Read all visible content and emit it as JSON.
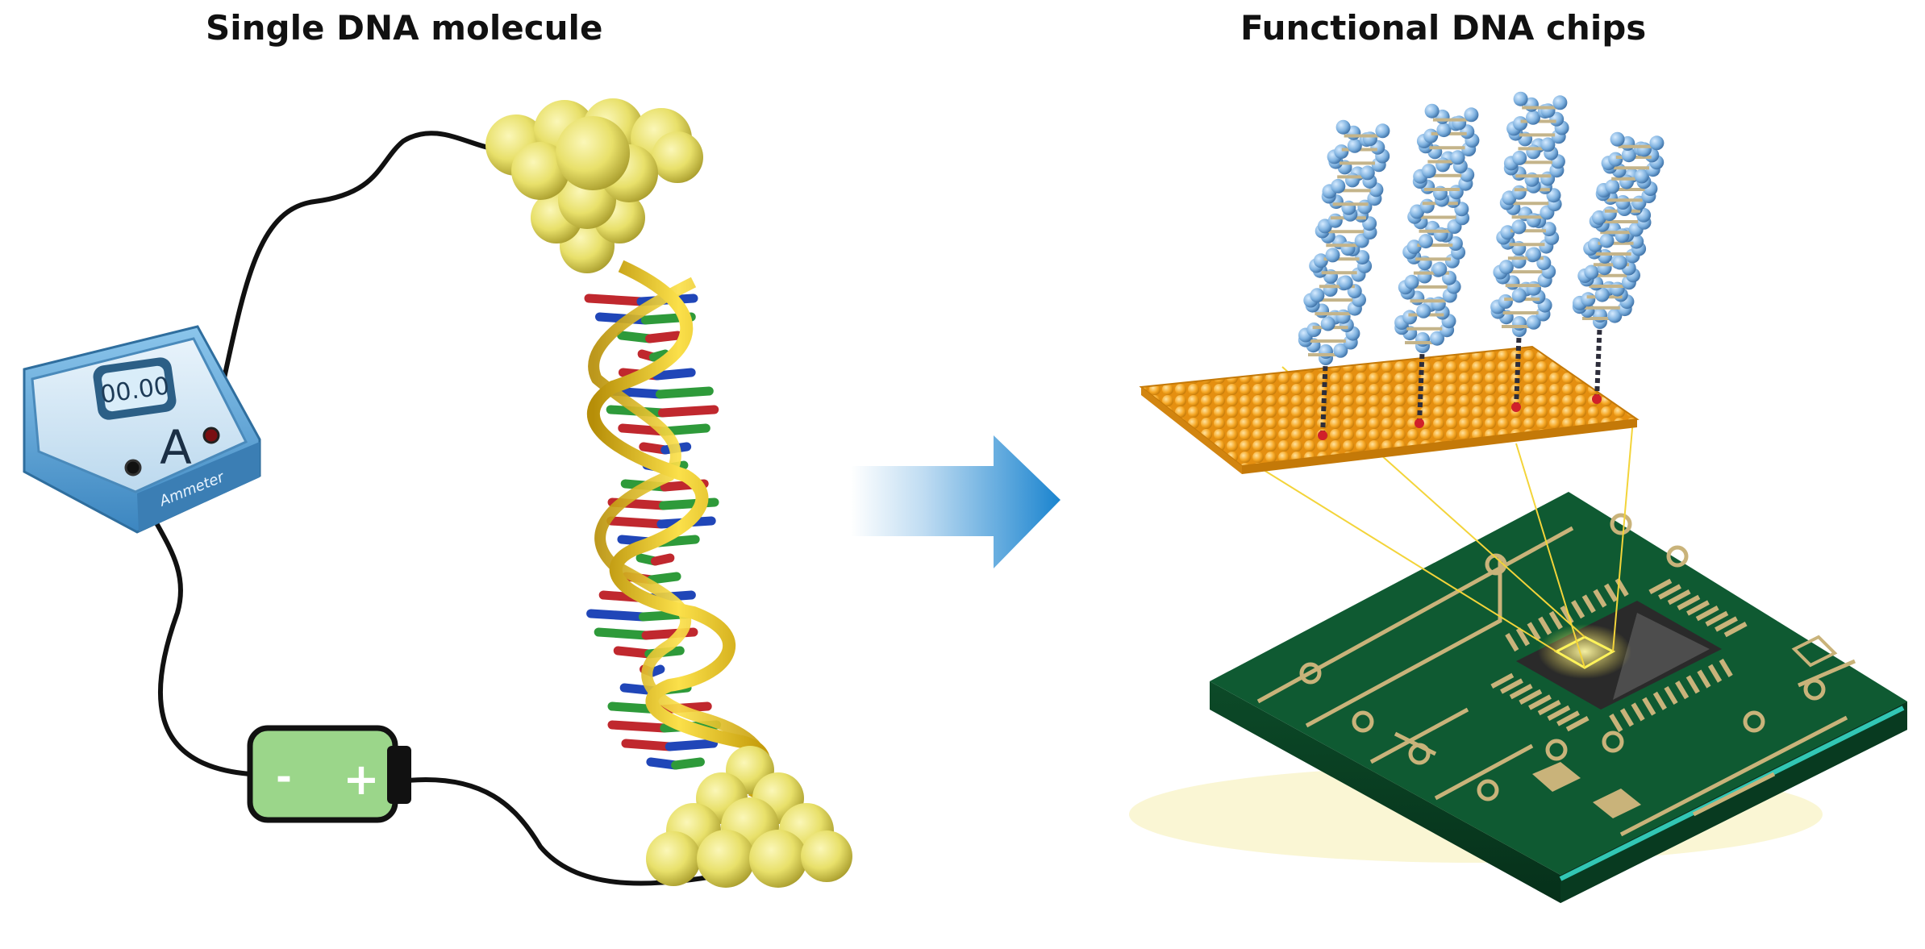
{
  "titles": {
    "left": "Single DNA molecule",
    "right": "Functional DNA chips"
  },
  "ammeter": {
    "display": "00.00",
    "unit": "A",
    "label": "Ammeter"
  },
  "battery": {
    "negative": "-",
    "positive": "+"
  },
  "colors": {
    "gold_cluster": "#e8e06a",
    "dna_backbone": "#f2cf1e",
    "base_red": "#c0282e",
    "base_blue": "#2046b8",
    "base_green": "#2e9a3a",
    "meter_body": "#5aa6d8",
    "battery_fill": "#9bd68a",
    "arrow": "#1e88d0",
    "chip_surface": "#f5a623",
    "pcb_green": "#0f5a32",
    "pcb_trace": "#c9b37a",
    "dna_blue": "#7fb2e0"
  },
  "icons": [
    "ammeter-icon",
    "battery-icon",
    "gold-cluster-icon",
    "dna-helix-icon",
    "arrow-right-icon",
    "circuit-board-icon"
  ]
}
